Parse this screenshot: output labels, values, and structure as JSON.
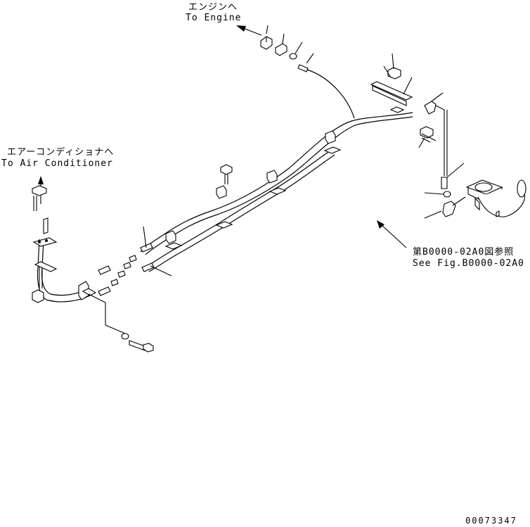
{
  "labels": {
    "to_engine_jp": "エンジンへ",
    "to_engine_en": "To Engine",
    "to_ac_jp": "エアーコンディショナへ",
    "to_ac_en": "To Air Conditioner",
    "see_fig_jp": "第B0000-02A0図参照",
    "see_fig_en": "See Fig.B0000-02A0",
    "drawing_number": "00073347"
  }
}
